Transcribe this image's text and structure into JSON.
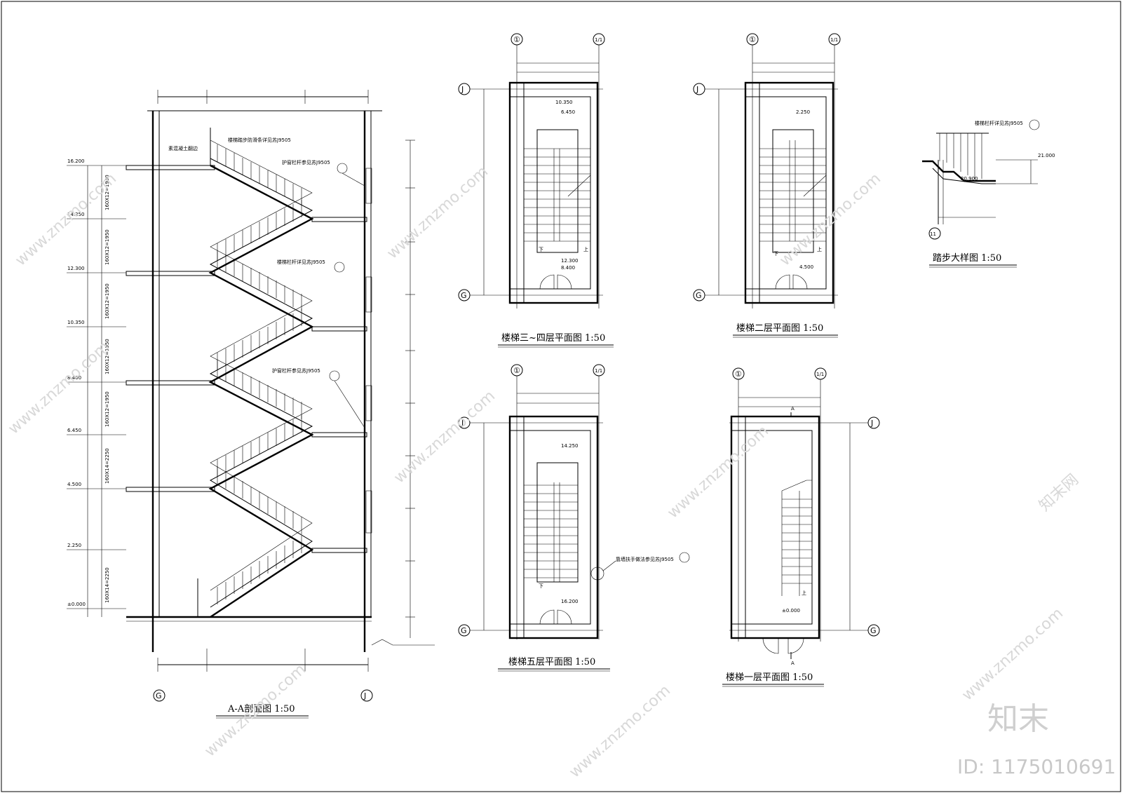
{
  "section": {
    "title": "A-A剖面图  1:50",
    "elevations": [
      "16.200",
      "14.250",
      "12.300",
      "10.350",
      "8.400",
      "6.450",
      "4.500",
      "2.250",
      "±0.000"
    ],
    "flights": [
      "160X12=1950",
      "160X12=1950",
      "160X12=1950",
      "160X12=1950",
      "160X12=1950",
      "160X14=2250",
      "160X14=2250"
    ],
    "notes": {
      "slab": "素混凝土翻边",
      "step_anti_slip": "楼梯踏步防滑条详见苏J9505",
      "window_rail_1": "护窗栏杆参见苏J9505",
      "stair_rail": "楼梯栏杆详见苏J9505",
      "window_rail_2": "护窗栏杆参见苏J9505"
    },
    "axes": {
      "left": "G",
      "right": "J"
    }
  },
  "plans": {
    "p34": {
      "title": "楼梯三~四层平面图  1:50",
      "lev_top_1": "10.350",
      "lev_top_2": "6.450",
      "lev_bot_1": "12.300",
      "lev_bot_2": "8.400",
      "down": "下",
      "up": "上"
    },
    "p2": {
      "title": "楼梯二层平面图  1:50",
      "lev_top": "2.250",
      "lev_bot": "4.500",
      "down": "下",
      "up": "上"
    },
    "p5": {
      "title": "楼梯五层平面图  1:50",
      "lev_top": "14.250",
      "lev_bot": "16.200",
      "down": "下",
      "note": "靠墙扶手做法参见苏J9505"
    },
    "p1": {
      "title": "楼梯一层平面图  1:50",
      "lev": "±0.000",
      "up": "上",
      "cut": "A"
    },
    "axis_top_left": "①",
    "axis_top_right": "1/1",
    "axis_j": "J",
    "axis_g": "G"
  },
  "detail": {
    "title": "踏步大样图  1:50",
    "note": "楼梯栏杆详见苏J9505",
    "lev_1": "21.000",
    "lev_2": "20.900",
    "axis": "11"
  },
  "watermark": {
    "site": "www.znzmo.com",
    "cn": "知末网",
    "brand": "知末",
    "id": "ID: 1175010691"
  }
}
